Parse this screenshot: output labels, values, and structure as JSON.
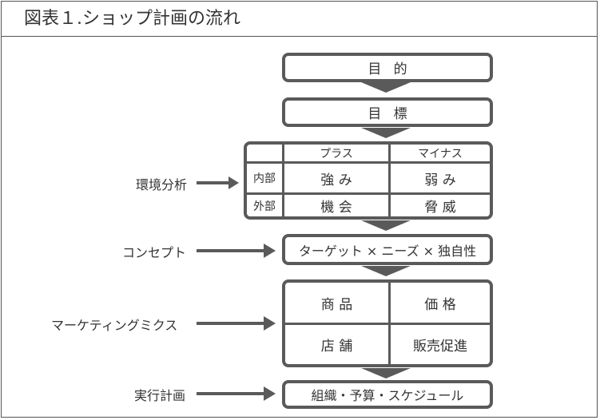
{
  "title": "図表１.ショップ計画の流れ",
  "purpose": "目的",
  "goal": "目標",
  "environment_analysis": {
    "label": "環境分析",
    "col_plus": "プラス",
    "col_minus": "マイナス",
    "row_internal": "内部",
    "row_external": "外部",
    "strengths": "強 み",
    "weaknesses": "弱 み",
    "opportunities": "機 会",
    "threats": "脅 威"
  },
  "concept": {
    "label": "コンセプト",
    "content": "ターゲット × ニーズ × 独自性"
  },
  "marketing_mix": {
    "label": "マーケティングミクス",
    "product": "商 品",
    "price": "価 格",
    "place": "店 舗",
    "promotion": "販売促進"
  },
  "action_plan": {
    "label": "実行計画",
    "content": "組織・予算・スケジュール"
  },
  "colors": {
    "border": "#5a5a5a",
    "text": "#333333",
    "background": "#ffffff"
  }
}
